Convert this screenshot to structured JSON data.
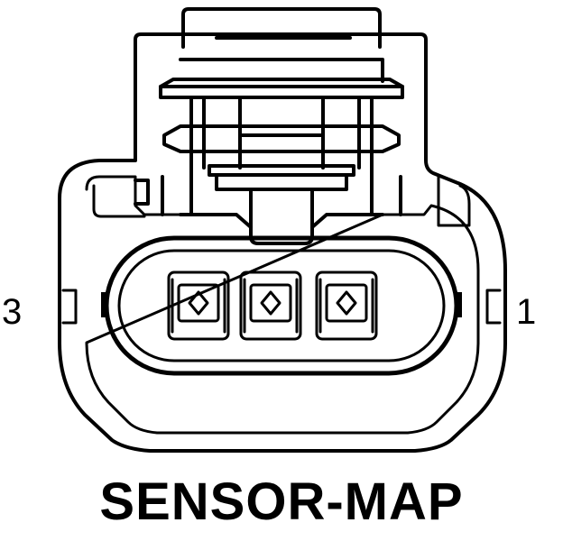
{
  "diagram": {
    "title": "SENSOR-MAP",
    "pin_labels": {
      "left": "3",
      "right": "1"
    },
    "cavity_count": 3,
    "colors": {
      "line": "#000000",
      "background": "#ffffff"
    }
  }
}
